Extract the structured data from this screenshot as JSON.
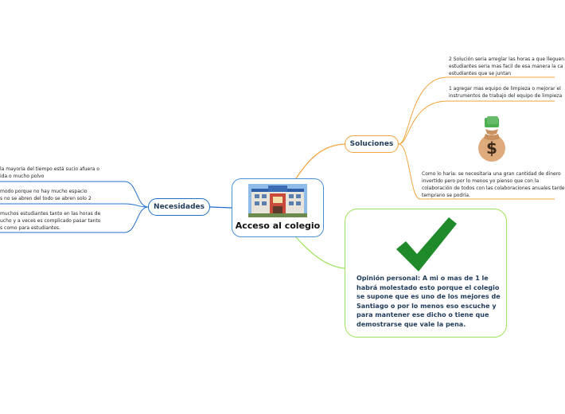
{
  "central": {
    "title": "Acceso al colegio",
    "image": "school-building"
  },
  "soluciones": {
    "label": "Soluciones",
    "items": [
      [
        "2 Solución seria arreglar las horas a que lleguen",
        "estudiantes seria mas facil de esa manera la ca",
        "estudiantes que se juntan"
      ],
      [
        "1 agregar mas equipo de limpieza o mejorar el",
        "instrumentos de trabajo del equipo de limpieza"
      ],
      [
        "Como lo haria: se necesitaria una gran cantidad de dinero",
        "invertido pero por lo menos yo pienso que con la",
        "colaboración de todos con las colaboraciones anuales tarde",
        "temprano se podría."
      ]
    ],
    "money_icon": "money-bag-icon"
  },
  "necesidades": {
    "label": "Necesidades",
    "items": [
      [
        "la mayoria del tiempo está sucio afuera o",
        "ida o mucho polvo"
      ],
      [
        "modo porque no hay  mucho espacio",
        "s no se abren del todo se abren solo 2"
      ],
      [
        "muchos estudiantes tanto en las horas de",
        "ucho y a veces es complicado pasar tanto",
        "s como para estudiantes."
      ]
    ]
  },
  "opinion": {
    "text": "Opinión personal: A mi o mas de 1 le habrá molestado esto porque el colegio se supone que es uno de los mejores de Santiago o por lo menos eso escuche y para mantener ese dicho o tiene que demostrarse que vale la pena.",
    "icon": "checkmark-icon"
  },
  "colors": {
    "orange": "#f2a33a",
    "blue": "#1f6fd1",
    "green": "#9ee35c",
    "check": "#1f8a2a"
  }
}
